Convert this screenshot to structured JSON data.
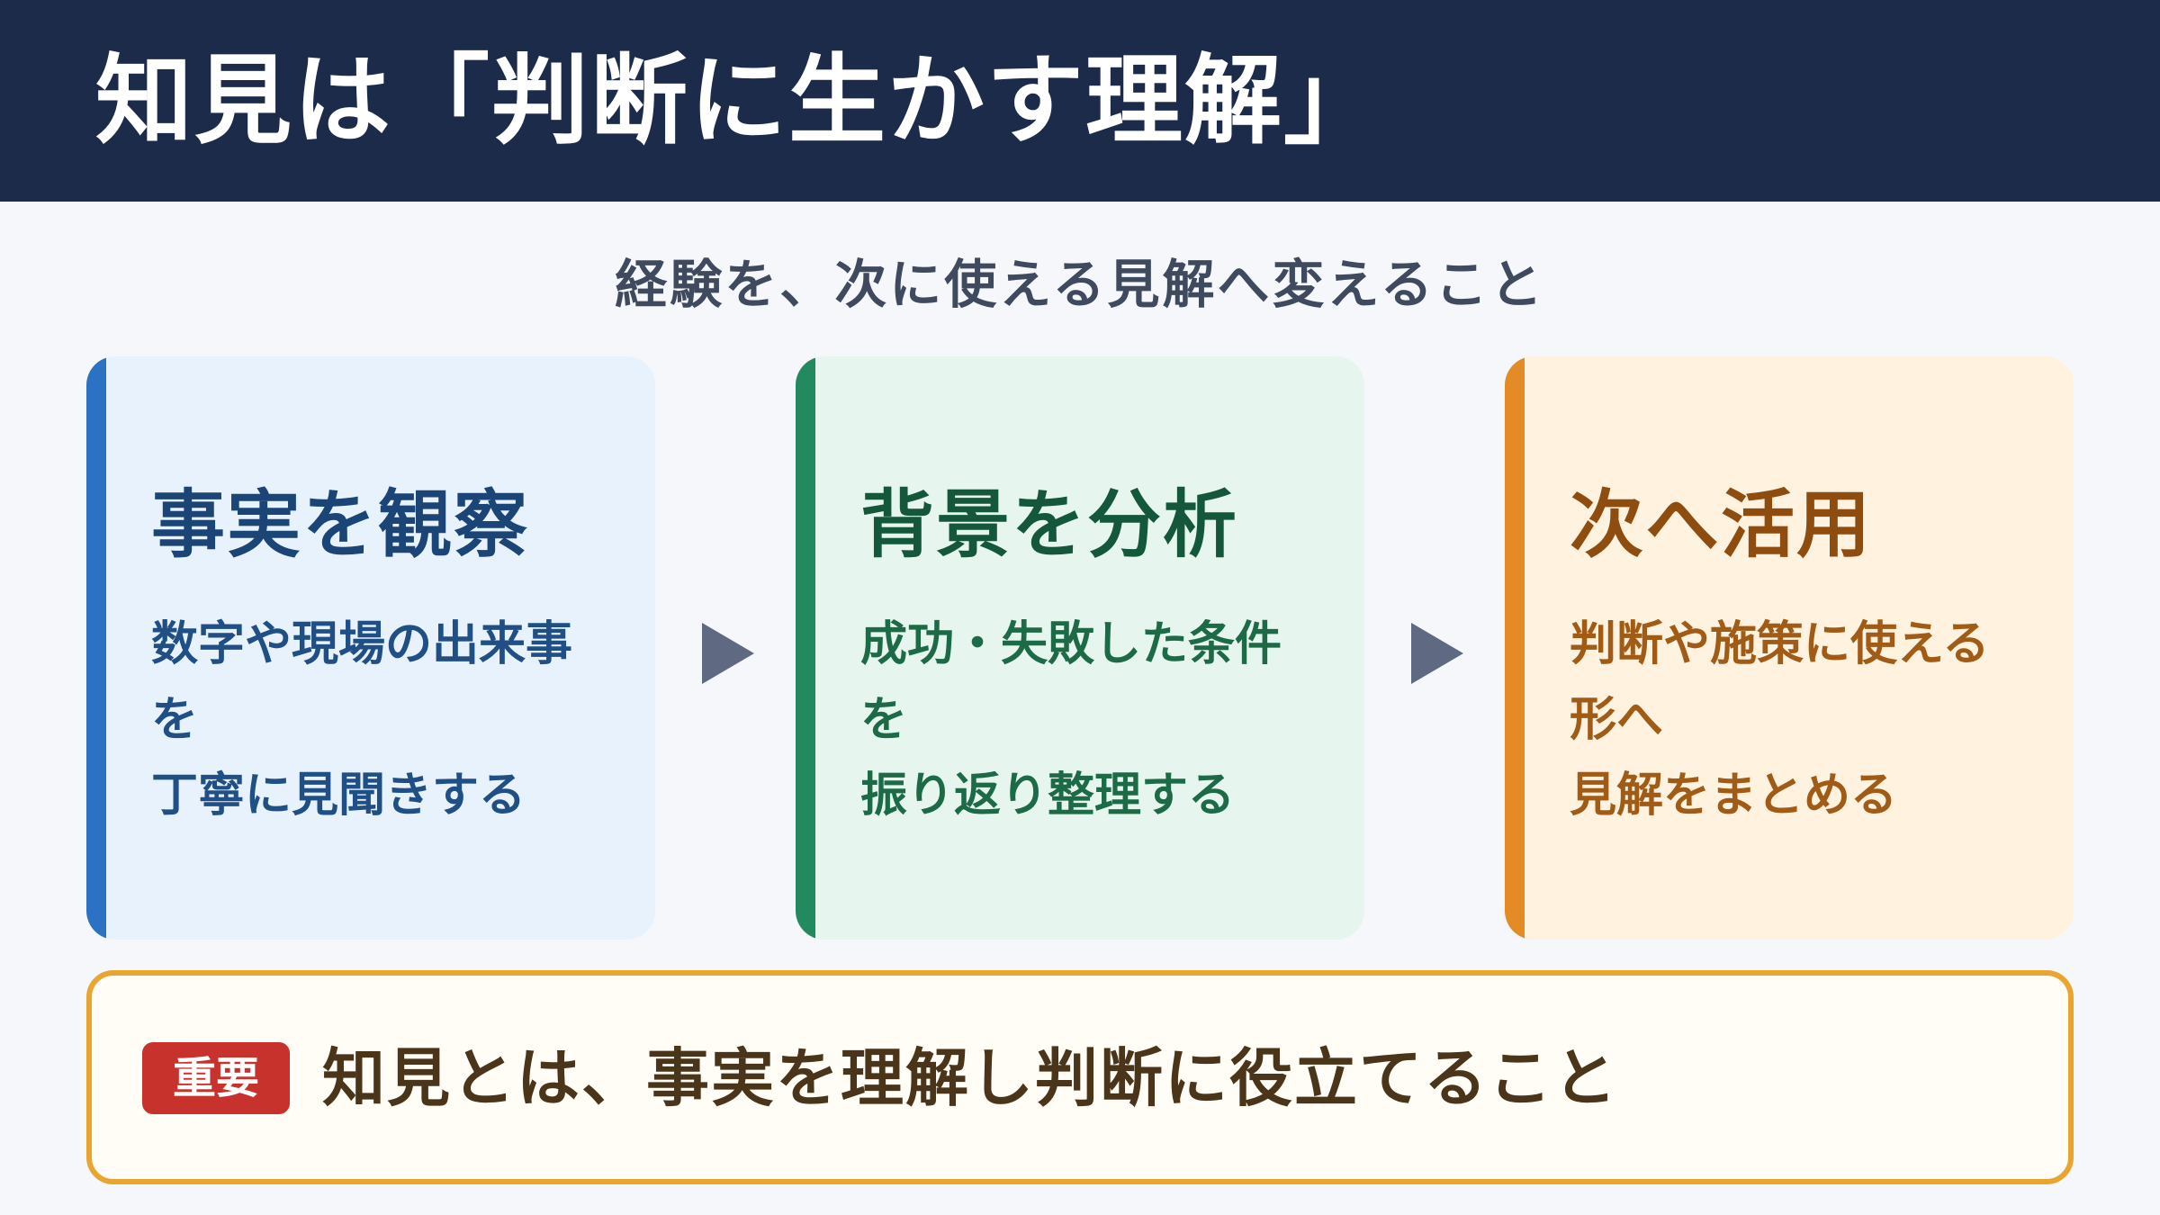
{
  "header": {
    "title": "知見は「判断に生かす理解」"
  },
  "subtitle": "経験を、次に使える見解へ変えること",
  "cards": [
    {
      "title": "事実を観察",
      "lines": [
        "数字や現場の出来事",
        "を",
        "丁寧に見聞きする"
      ]
    },
    {
      "title": "背景を分析",
      "lines": [
        "成功・失敗した条件",
        "を",
        "振り返り整理する"
      ]
    },
    {
      "title": "次へ活用",
      "lines": [
        "判断や施策に使える",
        "形へ",
        "見解をまとめる"
      ]
    }
  ],
  "key": {
    "badge": "重要",
    "text": "知見とは、事実を理解し判断に役立てること"
  },
  "colors": {
    "header_bg": "#1d2b4b",
    "card1_accent": "#2b72c4",
    "card2_accent": "#23895f",
    "card3_accent": "#e38b24",
    "key_border": "#e9a530",
    "badge_bg": "#c7332c"
  }
}
